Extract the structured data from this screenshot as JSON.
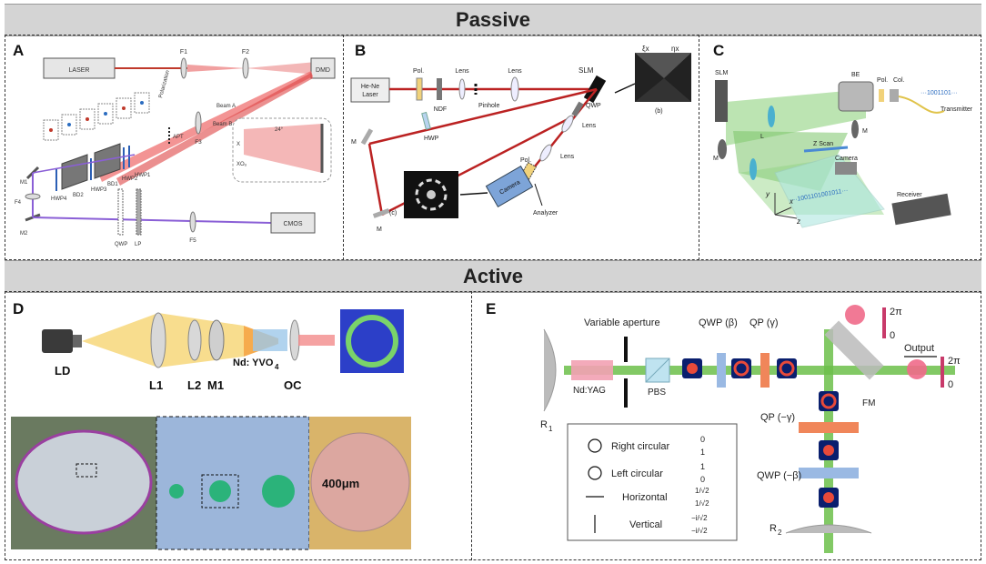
{
  "sections": {
    "passive": "Passive",
    "active": "Active"
  },
  "panels": {
    "A": {
      "label": "A",
      "laser": "LASER",
      "dmd": "DMD",
      "cmos": "CMOS",
      "f1": "F1",
      "f2": "F2",
      "f3": "F3",
      "f4": "F4",
      "f5": "F5",
      "m1": "M1",
      "m2": "M2",
      "hwp4": "HWP4",
      "bd2": "BD2",
      "hwp3": "HWP3",
      "bd1": "BD1",
      "hwp2": "HWP2",
      "hwp1": "HWP1",
      "apt": "APT",
      "beam_a": "Beam A",
      "beam_b": "Beam B",
      "polarization": "Polarization",
      "qwp": "QWP",
      "lp": "LP",
      "inset_angle": "24°",
      "inset_x": "X",
      "inset_xo": "XOᵤ"
    },
    "B": {
      "label": "B",
      "laser": "He-Ne Laser",
      "pol": "Pol.",
      "lens1": "Lens",
      "lens2": "Lens",
      "ndf": "NDF",
      "pinhole": "Pinhole",
      "slm": "SLM",
      "qwp": "QWP",
      "lens3": "Lens",
      "lens4": "Lens",
      "hwp": "HWP",
      "m1": "M",
      "m2": "M",
      "pol2": "Pol.",
      "camera": "Camera",
      "analyzer": "Analyzer",
      "inset_b": "(b)",
      "inset_c": "(c)",
      "xi": "ξx",
      "eta": "ηx"
    },
    "C": {
      "label": "C",
      "slm": "SLM",
      "be": "BE",
      "pol": "Pol.",
      "col": "Col.",
      "bits_top": "···1001101···",
      "transmitter": "Transmitter",
      "l": "L",
      "m1": "M",
      "m2": "M",
      "zscan": "Z Scan",
      "camera": "Camera",
      "bits_beam": "···1001101001011···",
      "receiver": "Receiver",
      "ax_x": "x",
      "ax_y": "y",
      "ax_z": "z"
    },
    "D": {
      "label": "D",
      "ld": "LD",
      "l1": "L1",
      "l2": "L2",
      "m1": "M1",
      "crystal": "Nd: YVO",
      "crystal_sub": "4",
      "oc": "OC",
      "scale": "400μm"
    },
    "E": {
      "label": "E",
      "variable_aperture": "Variable aperture",
      "qwp_b": "QWP (β)",
      "qp_g": "QP (γ)",
      "ndyag": "Nd:YAG",
      "pbs": "PBS",
      "r1": "R",
      "r1_sub": "1",
      "r2": "R",
      "r2_sub": "2",
      "fm": "FM",
      "output": "Output",
      "qp_neg": "QP (−γ)",
      "qwp_neg": "QWP (−β)",
      "two_pi": "2π",
      "zero": "0",
      "legend": [
        {
          "label": "Right circular",
          "vec_top": "0",
          "vec_bot": "1"
        },
        {
          "label": "Left circular",
          "vec_top": "1",
          "vec_bot": "0"
        },
        {
          "label": "Horizontal",
          "vec_top": "1/√2",
          "vec_bot": "1/√2"
        },
        {
          "label": "Vertical",
          "vec_top": "−i/√2",
          "vec_bot": "−i/√2"
        }
      ]
    }
  },
  "colors": {
    "header_bg": "#d4d4d4",
    "laser_red": "#c0392b",
    "beam_green": "#6cc04a",
    "beam_purple": "#8a5fd6"
  }
}
